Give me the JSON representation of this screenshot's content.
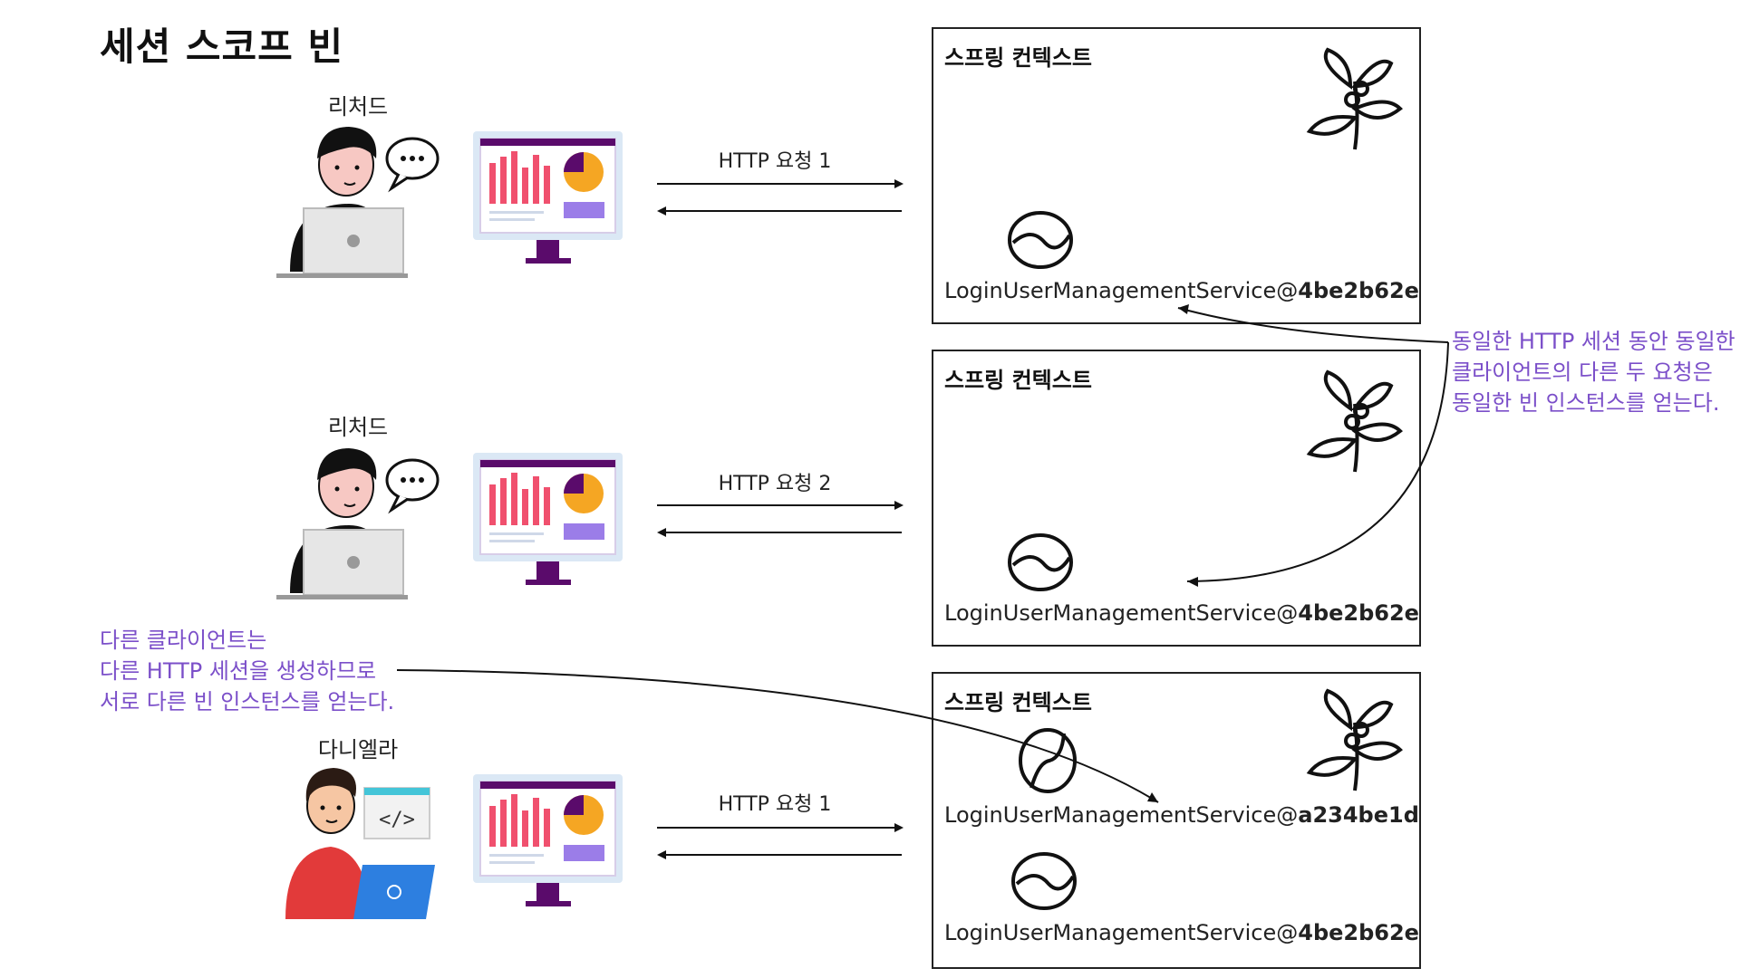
{
  "title": "세션 스코프 빈",
  "people": [
    {
      "name": "리처드"
    },
    {
      "name": "리처드"
    },
    {
      "name": "다니엘라"
    }
  ],
  "requests": [
    {
      "label": "HTTP 요청 1"
    },
    {
      "label": "HTTP 요청 2"
    },
    {
      "label": "HTTP 요청 1"
    }
  ],
  "contexts": [
    {
      "title": "스프링 컨텍스트",
      "beans": [
        {
          "name": "LoginUserManagementService@",
          "id": "4be2b62e"
        }
      ]
    },
    {
      "title": "스프링 컨텍스트",
      "beans": [
        {
          "name": "LoginUserManagementService@",
          "id": "4be2b62e"
        }
      ]
    },
    {
      "title": "스프링 컨텍스트",
      "beans": [
        {
          "name": "LoginUserManagementService@",
          "id": "a234be1d"
        },
        {
          "name": "LoginUserManagementService@",
          "id": "4be2b62e"
        }
      ]
    }
  ],
  "notes": {
    "same_client": [
      "동일한 HTTP 세션 동안 동일한",
      "클라이언트의 다른 두 요청은",
      "동일한 빈 인스턴스를 얻는다."
    ],
    "diff_client": [
      "다른 클라이언트는",
      "다른 HTTP 세션을 생성하므로",
      "서로 다른 빈 인스턴스를 얻는다."
    ]
  },
  "colors": {
    "note": "#7b4fc9",
    "bar": "#f0506e",
    "screen_frame": "#5a0b6b",
    "shirt": "#e23a3a",
    "laptop_blue": "#2d7fe0"
  },
  "icons": [
    "person-thinking-icon",
    "monitor-dashboard-icon",
    "spring-leaf-icon",
    "coffee-bean-icon",
    "developer-icon"
  ]
}
